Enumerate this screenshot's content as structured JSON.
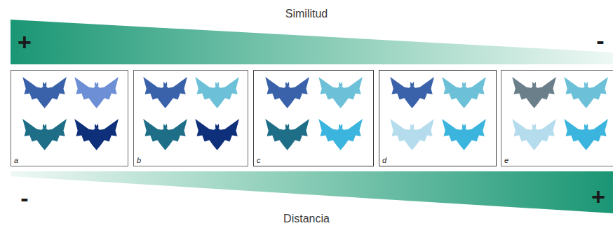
{
  "diagram": {
    "nodes": [
      {
        "text": [
          "a"
        ]
      },
      {
        "text": [
          "b"
        ]
      },
      {
        "text": [
          "c"
        ]
      },
      {
        "text": [
          "d"
        ]
      },
      {
        "text": [
          "e"
        ]
      }
    ],
    "labels": [
      "Similitud",
      "+",
      "-",
      "-",
      "+",
      "Distancia"
    ]
  }
}
